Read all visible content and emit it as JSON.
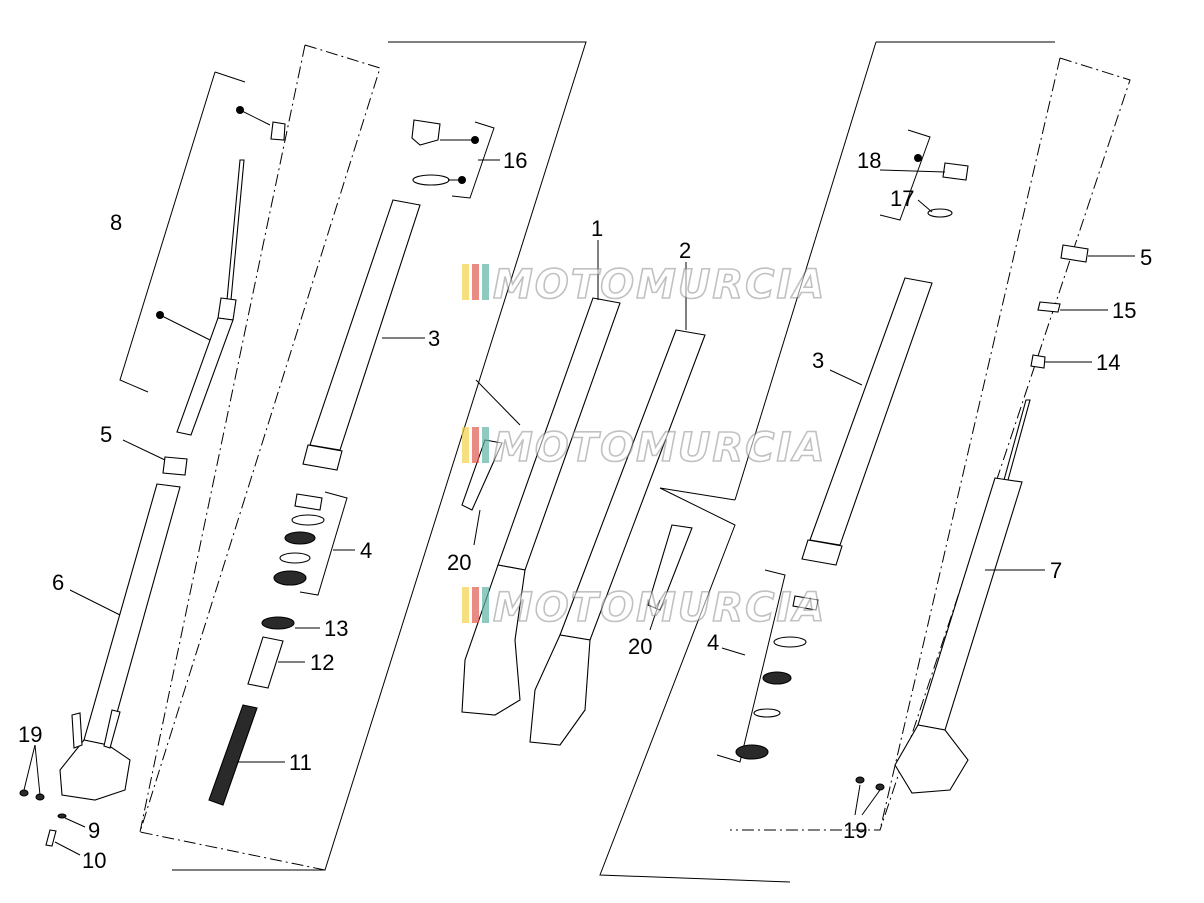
{
  "watermark": {
    "text": "MOTOMURCIA",
    "stripe_colors": [
      "#f3d24a",
      "#e05a4e",
      "#5fb3a5"
    ]
  },
  "labels": {
    "p1": "1",
    "p2": "2",
    "p3a": "3",
    "p3b": "3",
    "p4a": "4",
    "p4b": "4",
    "p5a": "5",
    "p5b": "5",
    "p6": "6",
    "p7": "7",
    "p8": "8",
    "p9": "9",
    "p10": "10",
    "p11": "11",
    "p12": "12",
    "p13": "13",
    "p14": "14",
    "p15": "15",
    "p16": "16",
    "p17": "17",
    "p18": "18",
    "p19a": "19",
    "p19b": "19",
    "p20a": "20",
    "p20b": "20"
  }
}
